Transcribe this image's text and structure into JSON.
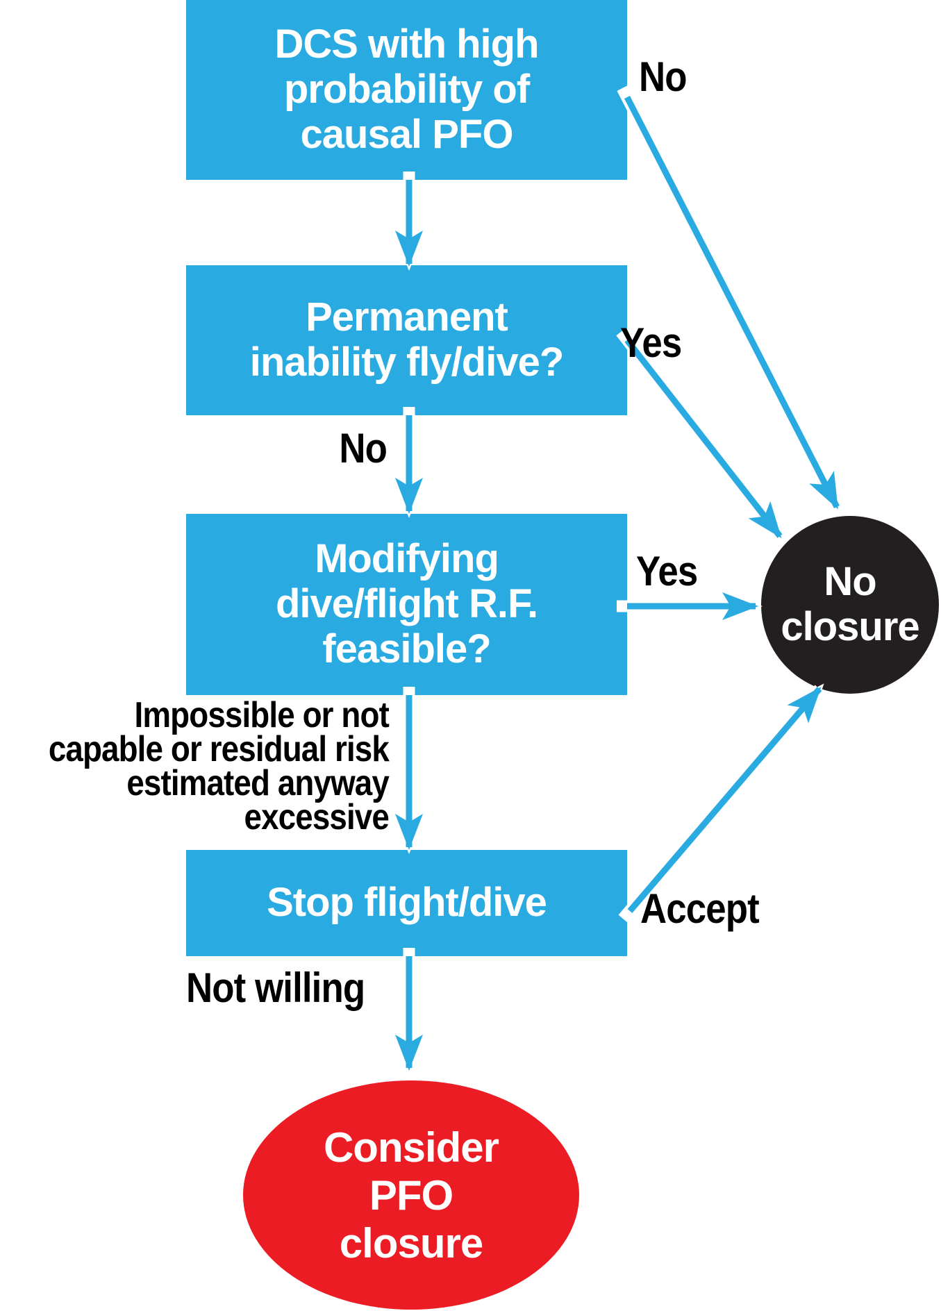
{
  "colors": {
    "blue": "#29ABE2",
    "red": "#EC1C24",
    "dark": "#231F20",
    "ink": "#000000"
  },
  "flow": {
    "box1": "DCS with high\nprobability of\ncausal PFO",
    "box2": "Permanent\ninability fly/dive?",
    "box3": "Modifying\ndive/flight R.F.\nfeasible?",
    "box4": "Stop flight/dive",
    "no_closure": "No\nclosure",
    "consider": "Consider\nPFO\nclosure"
  },
  "labels": {
    "no_top": "No",
    "yes_permanent": "Yes",
    "no_permanent": "No",
    "yes_modifying": "Yes",
    "accept": "Accept",
    "not_willing": "Not willing",
    "modifying_note": "Impossible or not\ncapable or residual risk\nestimated anyway\nexcessive"
  }
}
